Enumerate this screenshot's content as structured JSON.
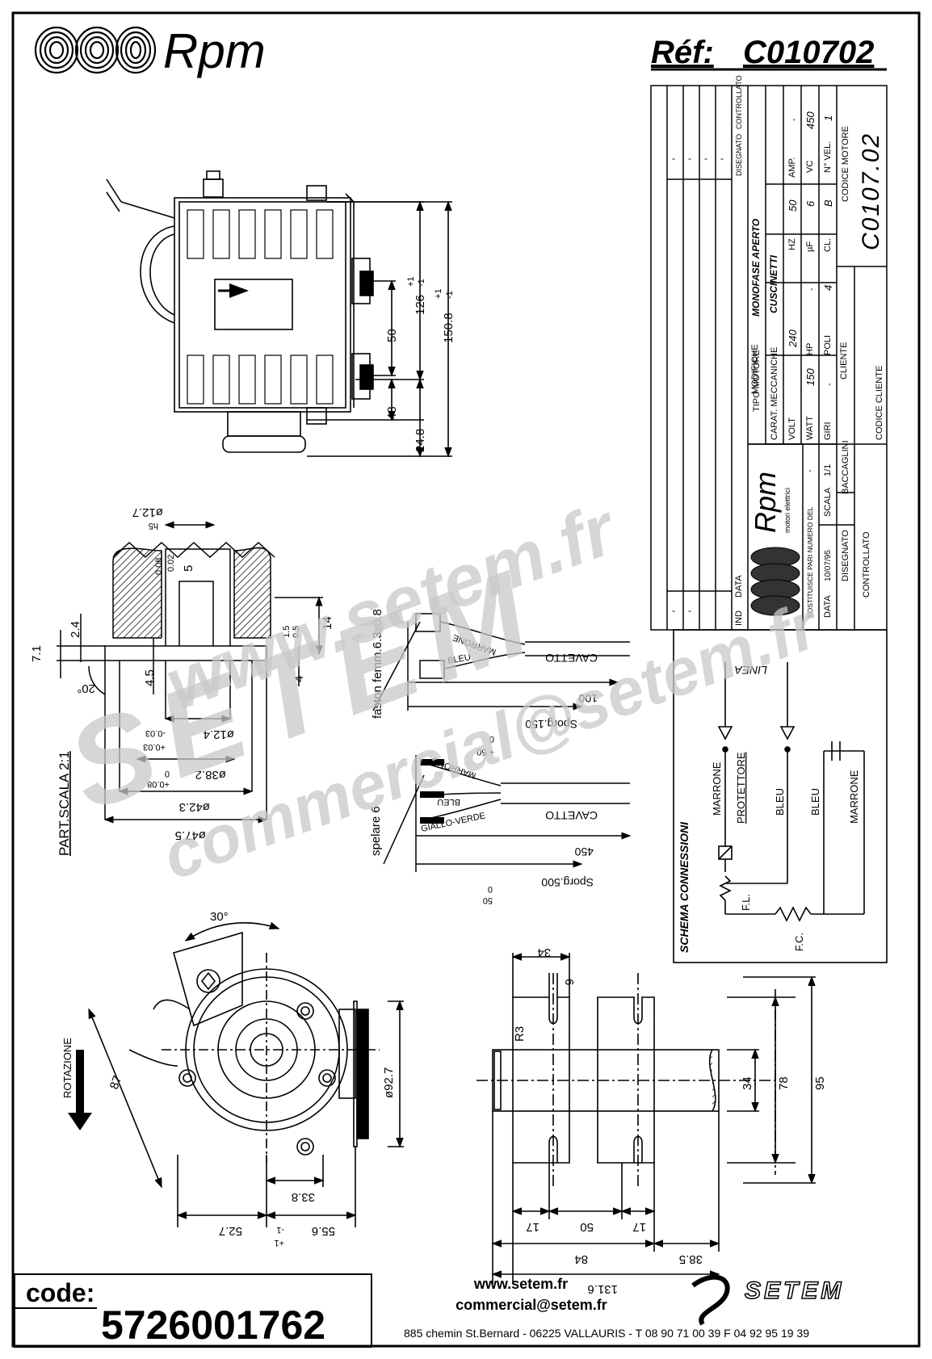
{
  "header": {
    "brand": "Rpm",
    "ref_label": "Réf:",
    "ref_value": "C010702"
  },
  "title_block": {
    "col_labels": [
      "IND",
      "DATA",
      "DISEGNATO",
      "CONTROLLATO"
    ],
    "dashes": "-",
    "modifiche": "MODIFICHE",
    "tipo_motore_label": "TIPO MOTORE",
    "tipo_motore_value": "MONOFASE APERTO",
    "carat_label": "CARAT. MECCANICHE",
    "carat_value": "CUSCINETTI",
    "volt_label": "VOLT",
    "volt_value": "240",
    "hz_label": "HZ",
    "hz_value": "50",
    "amp_label": "AMP.",
    "amp_value": "-",
    "watt_label": "WATT",
    "watt_value": "150",
    "hp_label": "HP",
    "hp_value": "-",
    "uf_label": "µF",
    "uf_value": "6",
    "vc_label": "VC",
    "vc_value": "450",
    "giri_label": "GIRI",
    "giri_value": "-",
    "poli_label": "POLI",
    "poli_value": "4",
    "cl_label": "CL.",
    "cl_value": "B",
    "nvel_label": "N° VEL.",
    "nvel_value": "1",
    "cliente_label": "CLIENTE",
    "codice_cliente_label": "CODICE CLIENTE",
    "codice_motore_label": "CODICE MOTORE",
    "codice_motore_value": "C0107.02",
    "logo_text": "Rpm",
    "logo_sub": "motori elettrici",
    "sostituisce_label": "SOSTITUISCE PARI NUMERO DEL",
    "sostituisce_value": "-",
    "data_label": "DATA",
    "data_value": "10/07/95",
    "scala_label": "SCALA",
    "scala_value": "1/1",
    "disegnato_label": "DISEGNATO",
    "disegnato_value": "BACCAGLINI",
    "controllato_label": "CONTROLLATO"
  },
  "schema": {
    "title": "SCHEMA CONNESSIONI",
    "linea": "LINEA",
    "marrone": "MARRONE",
    "protettore": "PROTETTORE",
    "bleu": "BLEU",
    "fl": "F.L.",
    "fc": "F.C."
  },
  "top_view": {
    "dims": [
      "126",
      "-1",
      "+1",
      "150.8",
      "-1",
      "+1",
      "50",
      "48",
      "24.8"
    ]
  },
  "shaft_detail": {
    "scale_label": "PART.SCALA 2:1",
    "dims": [
      "ø12.7",
      "h5",
      "0.02",
      "0.08",
      "5",
      "+",
      "-",
      "2.4",
      "7.1",
      "1.5",
      "0.5",
      "14",
      "4.5",
      "4",
      "20°",
      "ø12.4",
      "-0.03",
      "+0.03",
      "ø38.2",
      "0",
      "+0.08",
      "ø42.3",
      "ø47.5"
    ]
  },
  "cables": {
    "faston_label": "faston femm.6.3x0.8",
    "marrone": "MARRONE",
    "bleu": "BLEU",
    "cavetto": "CAVETTO",
    "len_100": "100",
    "sporg_150": "Sporg.150",
    "tol_0": "0",
    "tol_50": "+ 50",
    "spelare": "spelare 6",
    "giallo_verde": "GIALLO-VERDE",
    "len_450": "450",
    "sporg_500": "Sporg.500",
    "tol2_0": "0",
    "tol2_50": "50"
  },
  "front_view": {
    "rotazione": "ROTAZIONE",
    "dims": [
      "30°",
      "87",
      "ø92.7",
      "33.8",
      "52.7",
      "55.6",
      "-1",
      "+1"
    ]
  },
  "side_view": {
    "dims": [
      "34",
      "6",
      "R3",
      "34",
      "78",
      "95",
      "17",
      "50",
      "17",
      "84",
      "38.5",
      "131.6"
    ]
  },
  "watermark": {
    "line1": "www.setem.fr",
    "line2": "SETEM",
    "line3": "commercial@setem.fr"
  },
  "footer": {
    "code_label": "code:",
    "code_value": "5726001762",
    "website": "www.setem.fr",
    "email": "commercial@setem.fr",
    "address": "885 chemin St.Bernard  -  06225 VALLAURIS  -  T 08 90 71 00 39  F 04 92 95 19 39",
    "setem_logo": "SETEM"
  },
  "colors": {
    "ink": "#000000",
    "watermark": "#c8c8c8",
    "hatch": "#555555"
  }
}
